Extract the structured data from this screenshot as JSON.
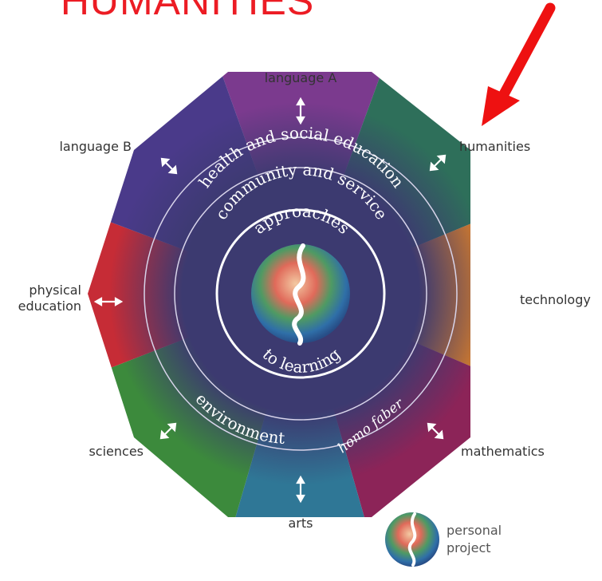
{
  "header": {
    "title": "HUMANITIES"
  },
  "subjects": {
    "language_a": "language A",
    "humanities": "humanities",
    "technology": "technology",
    "mathematics": "mathematics",
    "arts": "arts",
    "sciences": "sciences",
    "physical_education_line1": "physical",
    "physical_education_line2": "education",
    "language_b": "language B"
  },
  "rings": {
    "outer_top": "health and social education",
    "middle_top": "community and service",
    "inner_top": "approaches",
    "inner_bottom": "to learning",
    "outer_bottom_left": "environment",
    "outer_bottom_right": "homo faber"
  },
  "legend": {
    "line1": "personal",
    "line2": "project"
  },
  "colors": {
    "title": "#ec1c24",
    "arrow": "#ee1111",
    "center": "#3c3a70",
    "language_a": "#7b3a8e",
    "humanities": "#2e6f5a",
    "technology": "#d77d2a",
    "mathematics": "#8c2458",
    "arts": "#2f7796",
    "sciences": "#3c8a3c",
    "physical_education": "#c62c36",
    "language_b": "#4a3a8a"
  }
}
